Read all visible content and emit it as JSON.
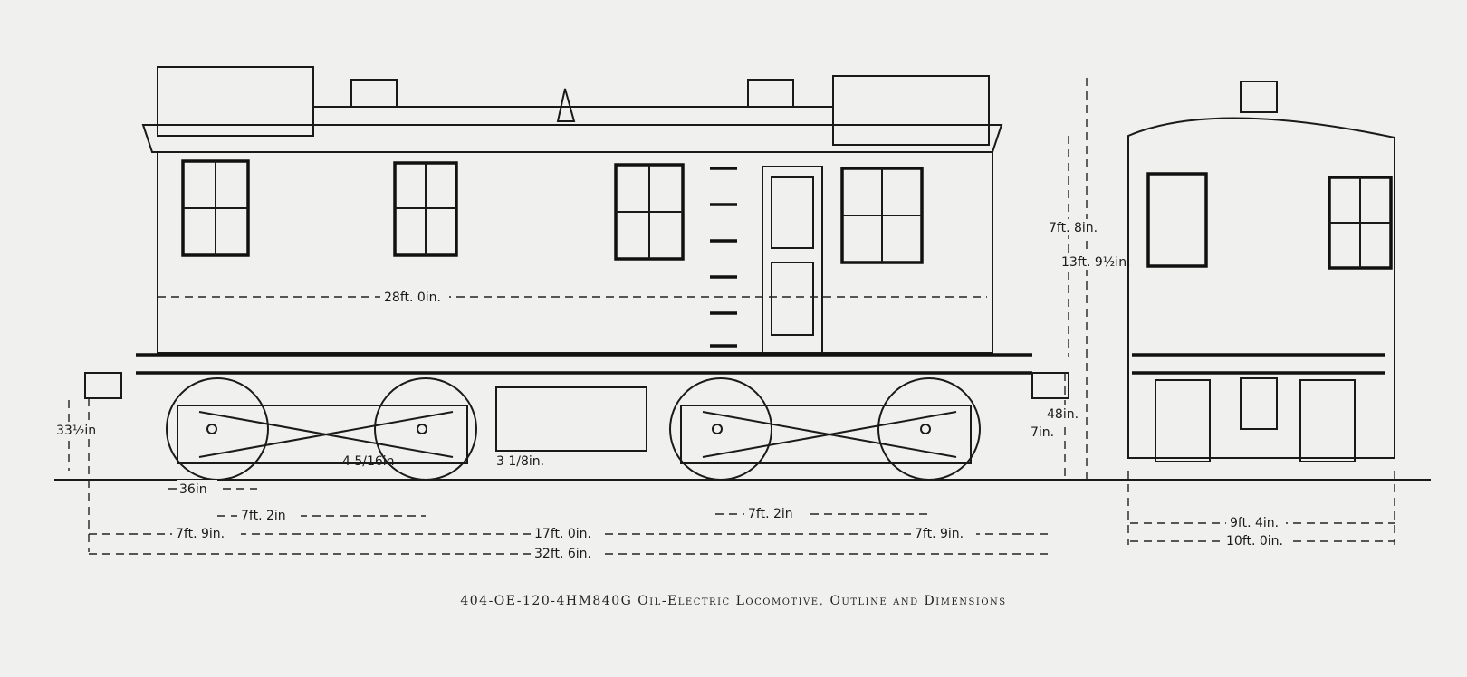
{
  "caption": "404-OE-120-4HM840G Oil-Electric Locomotive, Outline and Dimensions",
  "dimensions": {
    "body_length": "28ft. 0in.",
    "cab_height": "7ft. 8in.",
    "overall_height": "13ft. 9½in.",
    "deck_height": "48in.",
    "step_height": "7in.",
    "coupler_height": "33½in",
    "wheel_diameter": "36in",
    "wheelbase_left": "7ft. 2in",
    "wheelbase_right": "7ft. 2in",
    "clearance_center": "4 5/16in",
    "clearance_side": "3 1/8in.",
    "end_left": "7ft. 9in.",
    "truck_centers": "17ft. 0in.",
    "end_right": "7ft. 9in.",
    "overall_length": "32ft. 6in.",
    "end_view_inner_width": "9ft. 4in.",
    "end_view_width": "10ft. 0in."
  }
}
